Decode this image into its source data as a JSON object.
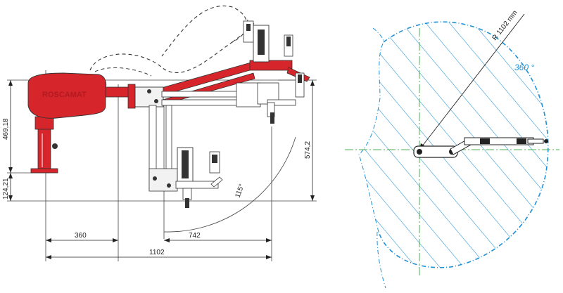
{
  "left_view": {
    "brand_text": "ROSCAMAT",
    "dims": {
      "height_arm": "469,18",
      "height_base": "124,21",
      "height_tool": "574,2",
      "reach_inner": "360",
      "reach_mid": "742",
      "reach_total": "1102",
      "swing_angle": "115°"
    }
  },
  "right_view": {
    "radius_label": "R 1102 mm",
    "rotation_label": "360 °"
  },
  "colors": {
    "red": "#d6262c",
    "blue": "#1e90d6",
    "line": "#222222",
    "green_axis": "#4caf50"
  }
}
